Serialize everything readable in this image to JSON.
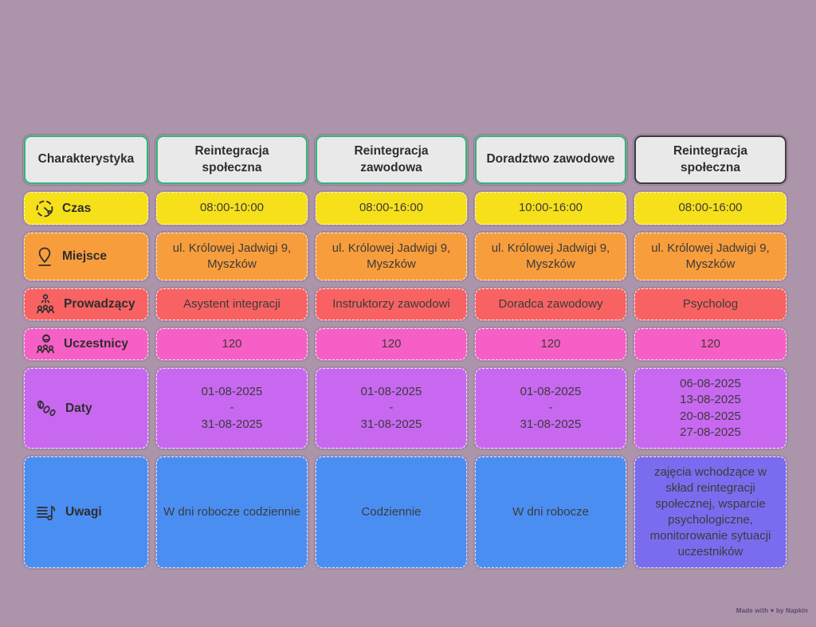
{
  "page": {
    "background": "#ac94aa",
    "watermark": "Made with ♥ by Napkin"
  },
  "table": {
    "headers": [
      {
        "label": "Charakterystyka",
        "border_color": "#2fb67c"
      },
      {
        "label": "Reintegracja społeczna",
        "border_color": "#2fb67c"
      },
      {
        "label": "Reintegracja zawodowa",
        "border_color": "#2fb67c"
      },
      {
        "label": "Doradztwo zawodowe",
        "border_color": "#2fb67c"
      },
      {
        "label": "Reintegracja społeczna",
        "border_color": "#3c3c3c"
      }
    ],
    "rows": [
      {
        "label": "Czas",
        "icon": "clock-icon",
        "color": "#f6e01a",
        "values": [
          "08:00-10:00",
          "08:00-16:00",
          "10:00-16:00",
          "08:00-16:00"
        ]
      },
      {
        "label": "Miejsce",
        "icon": "location-pin-icon",
        "color": "#f89d3c",
        "values": [
          "ul. Królowej Jadwigi 9, Myszków",
          "ul. Królowej Jadwigi 9, Myszków",
          "ul. Królowej Jadwigi 9, Myszków",
          "ul. Królowej Jadwigi 9, Myszków"
        ]
      },
      {
        "label": "Prowadzący",
        "icon": "presenter-icon",
        "color": "#f96262",
        "values": [
          "Asystent integracji",
          "Instruktorzy zawodowi",
          "Doradca zawodowy",
          "Psycholog"
        ]
      },
      {
        "label": "Uczestnicy",
        "icon": "audience-icon",
        "color": "#f65fc5",
        "values": [
          "120",
          "120",
          "120",
          "120"
        ]
      },
      {
        "label": "Daty",
        "icon": "leaves-icon",
        "color": "#c868f0",
        "values": [
          "01-08-2025\n-\n31-08-2025",
          "01-08-2025\n-\n31-08-2025",
          "01-08-2025\n-\n31-08-2025",
          "06-08-2025\n13-08-2025\n20-08-2025\n27-08-2025"
        ]
      },
      {
        "label": "Uwagi",
        "icon": "notes-icon",
        "color": "#4b8ef2",
        "last_color": "#7a6cee",
        "values": [
          "W dni robocze codziennie",
          "Codziennie",
          "W dni robocze",
          "zajęcia wchodzące w skład reintegracji społecznej, wsparcie psychologiczne, monitorowanie sytuacji uczestników"
        ]
      }
    ]
  }
}
